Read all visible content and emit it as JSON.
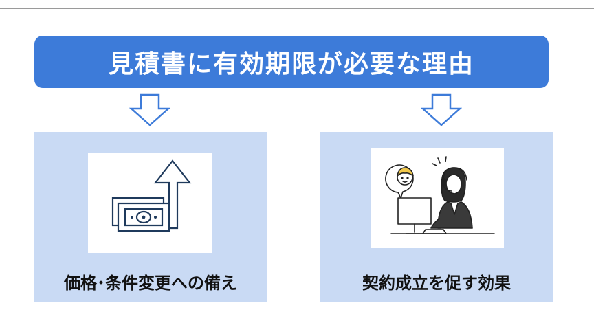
{
  "banner": {
    "title": "見積書に有効期限が必要な理由"
  },
  "panels": [
    {
      "caption": "価格･条件変更への備え",
      "icon": "money-up-arrow-icon"
    },
    {
      "caption": "契約成立を促す効果",
      "icon": "operator-with-customer-icon"
    }
  ],
  "colors": {
    "banner": "#3d7bd9",
    "panel": "#c9daf4",
    "arrow": "#3d7bd9",
    "illustration": "#1f3a5c"
  }
}
